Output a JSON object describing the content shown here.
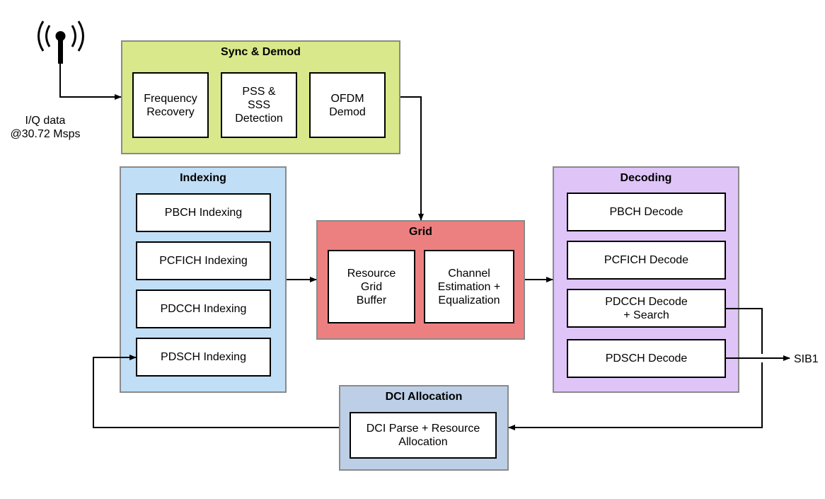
{
  "input_label": "I/Q data\n@30.72 Msps",
  "output_label": "SIB1",
  "sync": {
    "title": "Sync & Demod",
    "color": "#d9e88a",
    "blocks": [
      "Frequency\nRecovery",
      "PSS &\nSSS\nDetection",
      "OFDM\nDemod"
    ]
  },
  "indexing": {
    "title": "Indexing",
    "color": "#c0def6",
    "blocks": [
      "PBCH Indexing",
      "PCFICH Indexing",
      "PDCCH Indexing",
      "PDSCH Indexing"
    ]
  },
  "grid": {
    "title": "Grid",
    "color": "#ec8080",
    "blocks": [
      "Resource\nGrid\nBuffer",
      "Channel\nEstimation +\nEqualization"
    ]
  },
  "decoding": {
    "title": "Decoding",
    "color": "#dfc4f8",
    "blocks": [
      "PBCH Decode",
      "PCFICH Decode",
      "PDCCH Decode\n+ Search",
      "PDSCH Decode"
    ]
  },
  "dci": {
    "title": "DCI Allocation",
    "color": "#bccfe6",
    "blocks": [
      "DCI Parse + Resource\nAllocation"
    ]
  }
}
